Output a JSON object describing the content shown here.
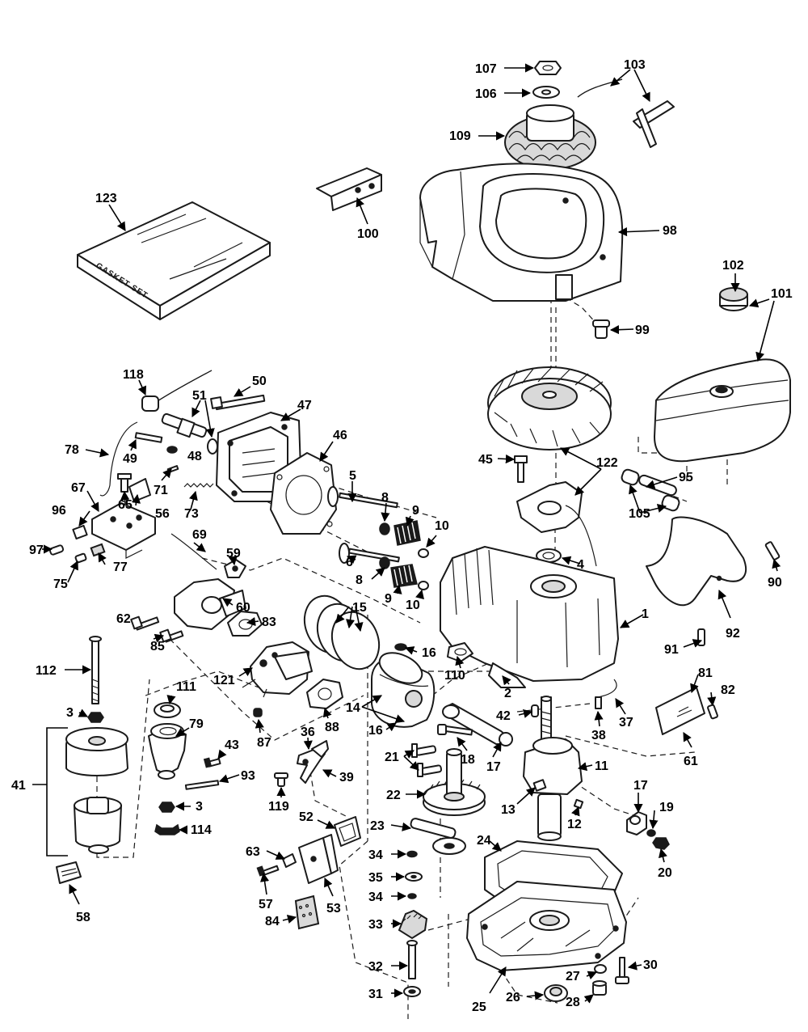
{
  "gasket_set_label": "GASKET SET",
  "callouts": {
    "c107": "107",
    "c106": "106",
    "c103": "103",
    "c109": "109",
    "c123": "123",
    "c100": "100",
    "c98": "98",
    "c102": "102",
    "c101": "101",
    "c99": "99",
    "c118": "118",
    "c50": "50",
    "c51": "51",
    "c47": "47",
    "c46": "46",
    "c78": "78",
    "c49": "49",
    "c48": "48",
    "c5": "5",
    "c45": "45",
    "c122": "122",
    "c95": "95",
    "c67": "67",
    "c96": "96",
    "c71": "71",
    "c65": "65",
    "c56": "56",
    "c73": "73",
    "c8a": "8",
    "c9a": "9",
    "c10a": "10",
    "c105": "105",
    "c97": "97",
    "c77": "77",
    "c69": "69",
    "c75": "75",
    "c59": "59",
    "c6": "6",
    "c4": "4",
    "c8b": "8",
    "c9b": "9",
    "c10b": "10",
    "c90": "90",
    "c15": "15",
    "c62": "62",
    "c60": "60",
    "c83": "83",
    "c1": "1",
    "c92": "92",
    "c85": "85",
    "c16a": "16",
    "c91": "91",
    "c112": "112",
    "c121": "121",
    "c110": "110",
    "c2": "2",
    "c81": "81",
    "c82": "82",
    "c14": "14",
    "c111": "111",
    "c3a": "3",
    "c87": "87",
    "c88": "88",
    "c42": "42",
    "c37": "37",
    "c79": "79",
    "c16b": "16",
    "c38": "38",
    "c61": "61",
    "c43": "43",
    "c36": "36",
    "c18": "18",
    "c17a": "17",
    "c21": "21",
    "c41": "41",
    "c93": "93",
    "c39": "39",
    "c11": "11",
    "c22": "22",
    "c119": "119",
    "c13": "13",
    "c17b": "17",
    "c3b": "3",
    "c19": "19",
    "c114": "114",
    "c12": "12",
    "c52": "52",
    "c23": "23",
    "c20": "20",
    "c63": "63",
    "c24": "24",
    "c34a": "34",
    "c35": "35",
    "c57": "57",
    "c53": "53",
    "c34b": "34",
    "c58": "58",
    "c84": "84",
    "c33": "33",
    "c32": "32",
    "c30": "30",
    "c27": "27",
    "c31": "31",
    "c26": "26",
    "c25": "25",
    "c28": "28"
  }
}
